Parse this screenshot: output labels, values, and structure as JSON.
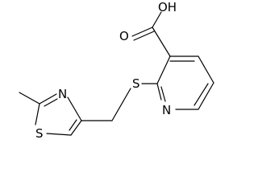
{
  "molecule": {
    "atoms": {
      "hydroxyl": "OH",
      "carbonyl_oxygen": "O",
      "thioether_sulfur": "S",
      "pyridine_nitrogen": "N",
      "thiazole_nitrogen": "N",
      "thiazole_sulfur": "S"
    }
  }
}
